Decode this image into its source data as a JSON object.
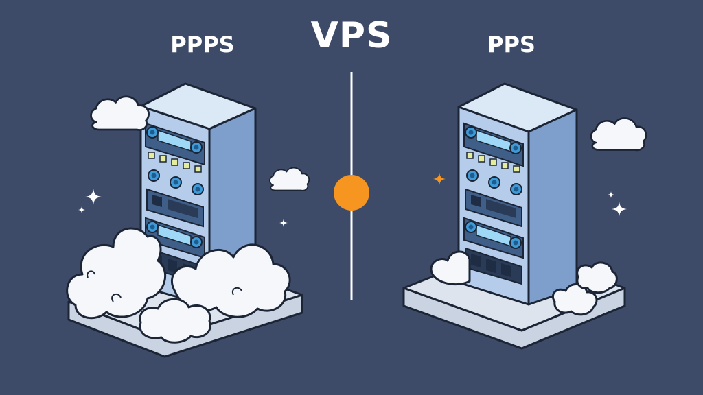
{
  "title": "VPS",
  "left": {
    "label": "PPPS"
  },
  "right": {
    "label": "PPS"
  },
  "colors": {
    "background": "#3d4b69",
    "divider": "#ffffff",
    "center_dot": "#f6951f",
    "server_front": "#b5cdea",
    "server_side": "#7e9fcb",
    "panel": "#3f5e88",
    "display": "#9fd8f7",
    "indicator": "#e4ed9e",
    "cloud": "#f5f7fa",
    "outline": "#1c2535"
  }
}
